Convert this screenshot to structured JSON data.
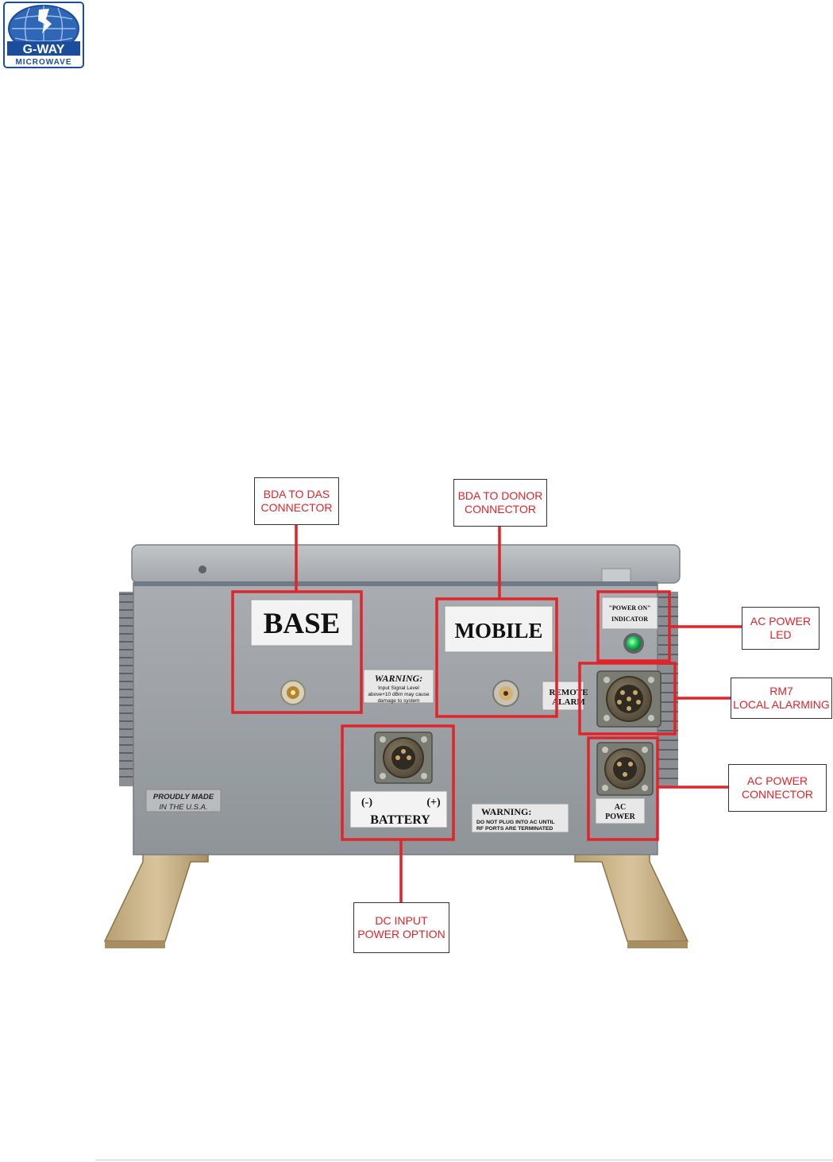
{
  "logo": {
    "brand": "G-WAY",
    "sub": "MICROWAVE",
    "colors": {
      "blue": "#1a4e9c",
      "light": "#5a8fd0",
      "white": "#ffffff"
    }
  },
  "unit": {
    "labels": {
      "base": "BASE",
      "mobile": "MOBILE",
      "warning1_title": "WARNING:",
      "warning1_line1": "Input Signal Level",
      "warning1_line2": "above+10 dBm may cause",
      "warning1_line3": "damage to system",
      "remote_alarm_1": "REMOTE",
      "remote_alarm_2": "ALARM",
      "power_on_1": "\"POWER ON\"",
      "power_on_2": "INDICATOR",
      "made_1": "PROUDLY MADE",
      "made_2": "IN THE  U.S.A.",
      "battery_minus": "(-)",
      "battery_plus": "(+)",
      "battery": "BATTERY",
      "warning2_title": "WARNING:",
      "warning2_line1": "DO NOT PLUG INTO AC UNTIL",
      "warning2_line2": "RF PORTS ARE TERMINATED",
      "ac_power_1": "AC",
      "ac_power_2": "POWER"
    },
    "colors": {
      "enclosure": "#9ea3a7",
      "enclosure_dark": "#878c90",
      "lid": "#b3b7ba",
      "bracket": "#c9b48d",
      "highlight": "#e0242a",
      "led": "#1fd15a"
    }
  },
  "callouts": {
    "bda_to_das": "BDA TO DAS\nCONNECTOR",
    "bda_to_donor": "BDA TO DONOR\nCONNECTOR",
    "ac_power_led": "AC POWER\nLED",
    "rm7": "RM7\nLOCAL ALARMING",
    "ac_power_connector": "AC POWER\nCONNECTOR",
    "dc_input": "DC INPUT\nPOWER OPTION"
  }
}
